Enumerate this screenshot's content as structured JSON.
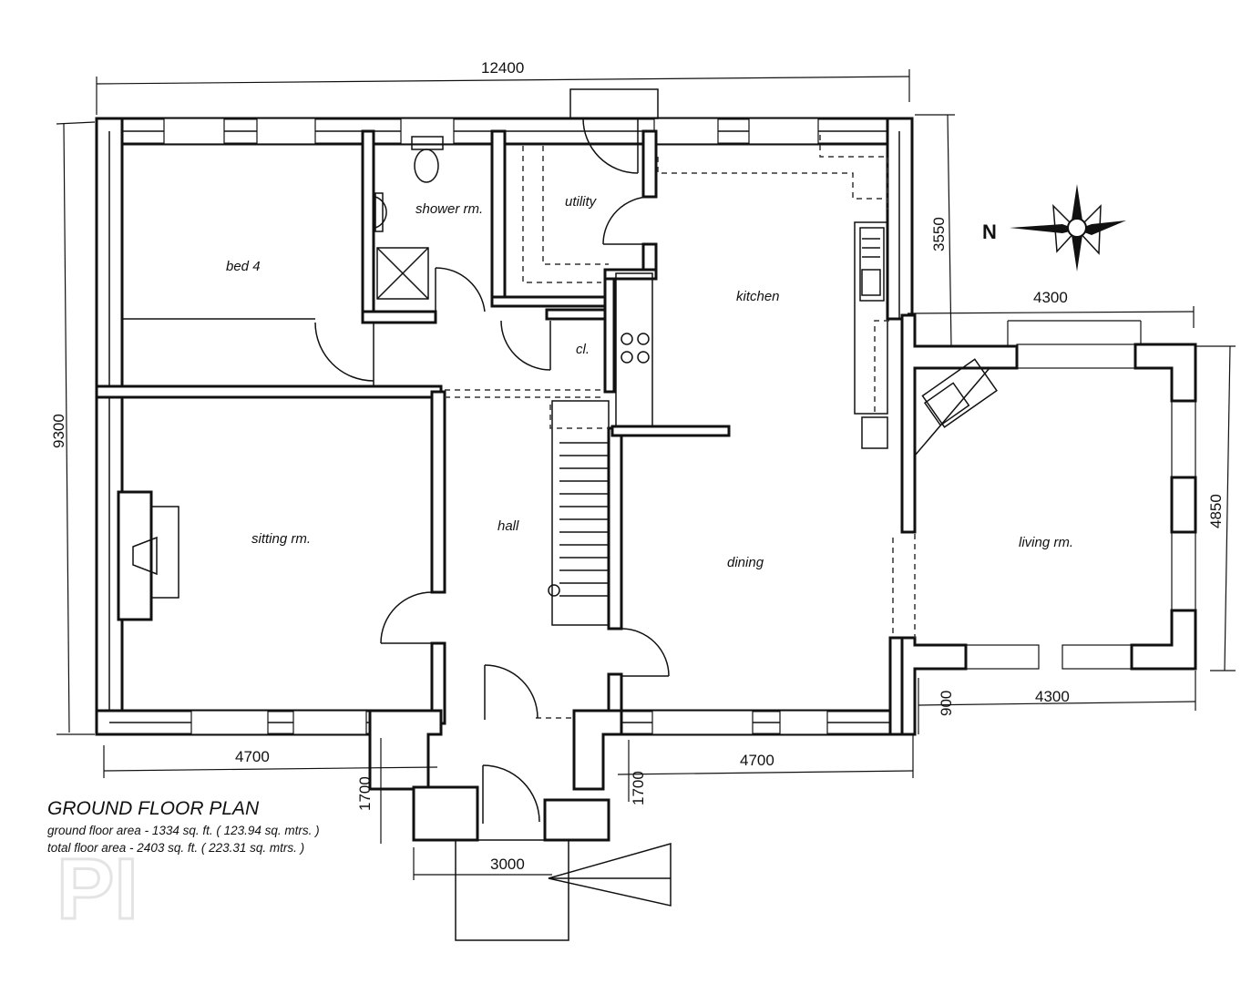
{
  "plan": {
    "title": "GROUND FLOOR PLAN",
    "ground_floor_area": "ground floor area - 1334 sq. ft. ( 123.94 sq. mtrs. )",
    "total_floor_area": "total floor area - 2403 sq. ft. ( 223.31 sq. mtrs. )",
    "north_label": "N",
    "watermark": "PI"
  },
  "rooms": {
    "bed4": "bed 4",
    "shower": "shower rm.",
    "utility": "utility",
    "kitchen": "kitchen",
    "cl": "cl.",
    "sitting": "sitting rm.",
    "hall": "hall",
    "dining": "dining",
    "living": "living rm."
  },
  "dimensions": {
    "overall_width": "12400",
    "overall_depth": "9300",
    "kitchen_depth": "3550",
    "living_width_top": "4300",
    "living_depth": "4850",
    "living_width_bottom": "4300",
    "step_900": "900",
    "sitting_width": "4700",
    "dining_width": "4700",
    "porch_left_depth": "1700",
    "porch_right_depth": "1700",
    "porch_width": "3000"
  }
}
